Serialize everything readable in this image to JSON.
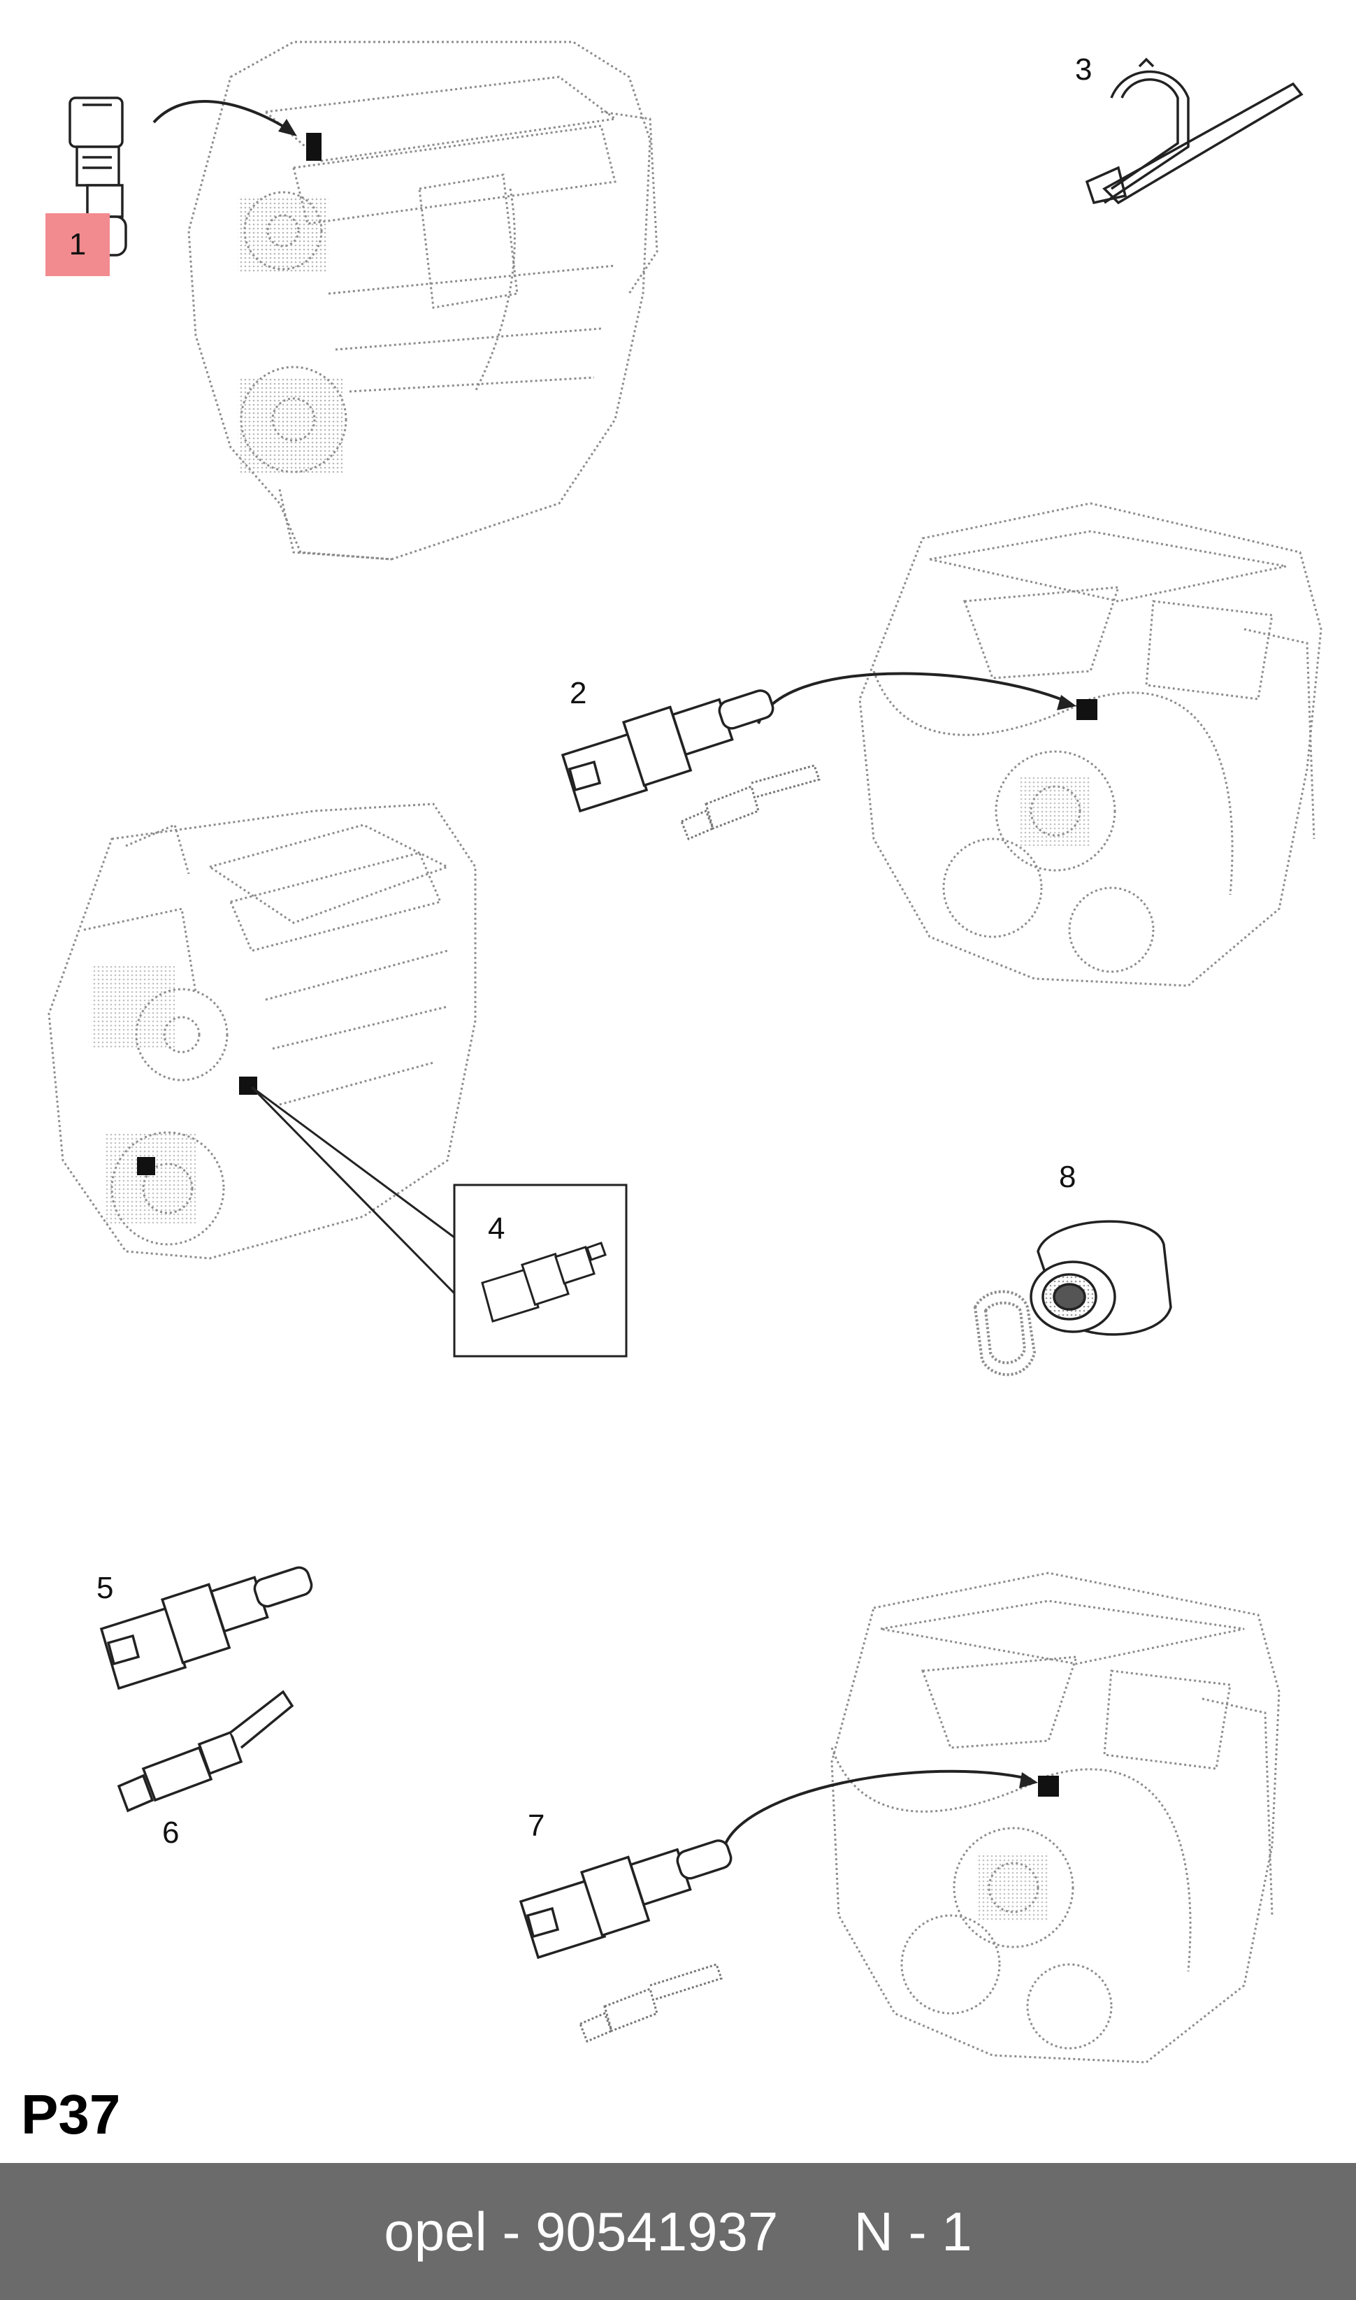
{
  "diagram": {
    "page_code": "P37",
    "callouts": [
      {
        "id": "1",
        "highlighted": true
      },
      {
        "id": "2",
        "highlighted": false
      },
      {
        "id": "3",
        "highlighted": false
      },
      {
        "id": "4",
        "highlighted": false
      },
      {
        "id": "5",
        "highlighted": false
      },
      {
        "id": "6",
        "highlighted": false
      },
      {
        "id": "7",
        "highlighted": false
      },
      {
        "id": "8",
        "highlighted": false
      }
    ],
    "highlight_color": "#f28b8f",
    "line_color": "#222222",
    "dotted_color": "#9a9a9a"
  },
  "footer": {
    "text": "opel - 90541937     N - 1",
    "background": "#6b6b6b"
  }
}
